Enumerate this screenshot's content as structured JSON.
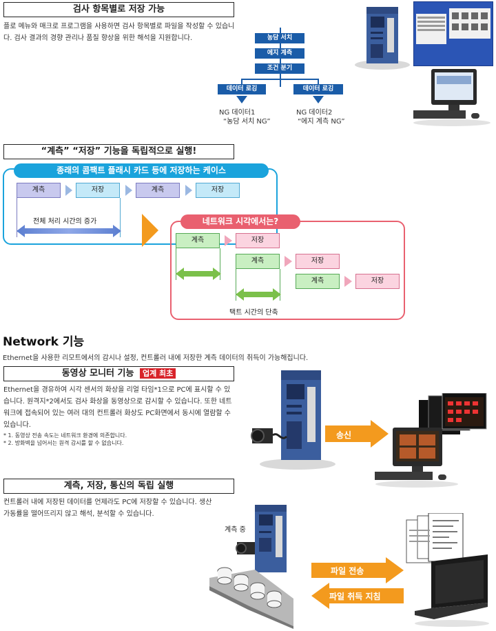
{
  "section1": {
    "title": "검사 항목별로 저장 가능",
    "body": "플로 메뉴와 매크로 프로그램을 사용하면 검사 항목별로 파일을 작성할 수 있습니다. 검사 결과의 경향 관리나 품질 향상을 위한 해석을 지원합니다.",
    "flow": [
      "농담 서치",
      "에지 계측",
      "조건 분기"
    ],
    "branches": [
      {
        "box": "데이터 로깅",
        "line1": "NG 데이터1",
        "line2": "“농담 서치 NG”"
      },
      {
        "box": "데이터 로깅",
        "line1": "NG 데이터2",
        "line2": "“에지 계측 NG”"
      }
    ]
  },
  "section2": {
    "title": "“계측” “저장” 기능을 독립적으로 실행!",
    "case1_label": "종래의 콤팩트 플래시 카드 등에 저장하는 케이스",
    "case1_steps": [
      "계측",
      "저장",
      "계측",
      "저장"
    ],
    "case1_time": "전체 처리 시간의 증가",
    "case2_label": "네트워크 시각에서는?",
    "case2_rows": [
      {
        "measure": "계측",
        "store": "저장"
      },
      {
        "measure": "계측",
        "store": "저장"
      },
      {
        "measure": "계측",
        "store": "저장"
      }
    ],
    "case2_time": "택트 시간의 단축"
  },
  "network": {
    "heading": "Network 기능",
    "intro": "Ethernet을 사용한 리모트에서의 감시나 설정, 컨트롤러 내에 저장한 계측 데이터의 취득이 가능해집니다."
  },
  "section3": {
    "title": "동영상 모니터 기능",
    "badge": "업계 최초",
    "body": "Ethernet을 경유하여 시각 센서의 화상을 리얼 타임*1으로 PC에 표시할 수 있습니다. 원격지*2에서도 검사 화상을 동영상으로 감시할 수 있습니다. 또한 네트워크에 접속되어 있는 여러 대의 컨트롤러 화상도 PC화면에서 동시에 열람할 수 있습니다.",
    "note1": "* 1. 동영상 전송 속도는 네트워크 환경에 의존합니다.",
    "note2": "* 2. 방화벽을 넘어서는 원격 감시를 할 수 없습니다.",
    "send_label": "송신"
  },
  "section4": {
    "title": "계측, 저장, 통신의 독립 실행",
    "body": "컨트롤러 내에 저장된 데이터를 언제라도 PC에 저장할 수 있습니다. 생산 가동률을 떨어뜨리지 않고 해석, 분석할 수 있습니다.",
    "measuring_label": "계측 중",
    "transfer_label": "파일 전송",
    "fetch_label": "파일 취득 지침"
  },
  "colors": {
    "flow_blue": "#1a5ca8",
    "cyan": "#1aa3dc",
    "pink": "#e9606f",
    "orange": "#f39a1e",
    "green_arrow": "#7bc04a",
    "blue_arrow": "#5b7ed0",
    "badge_red": "#d8232a"
  }
}
